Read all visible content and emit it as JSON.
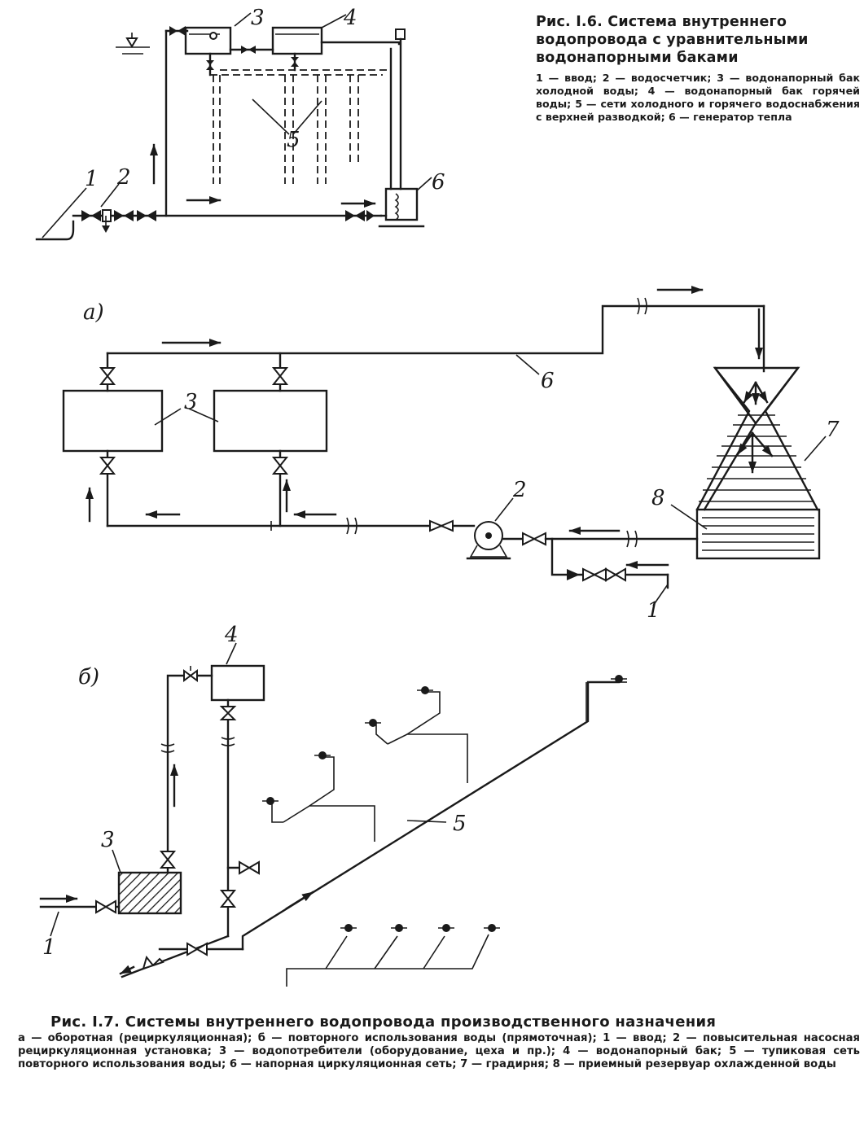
{
  "fig16": {
    "title": "Рис. I.6. Система внутреннего водопровода с уравнительными водонапорными баками",
    "legend": [
      "1 — ввод;",
      "2 — водосчетчик;",
      "3 — водонапорный бак холодной воды;",
      "4 — водонапорный бак горячей воды;",
      "5 — сети холодного и горячего водоснабжения с верхней разводкой;",
      "6 — генератор тепла"
    ],
    "labels": {
      "n1": "1",
      "n2": "2",
      "n3": "3",
      "n4": "4",
      "n5": "5",
      "n6": "6"
    }
  },
  "fig17": {
    "title": "Рис. I.7. Системы внутреннего водопровода производственного назначения",
    "legend": [
      "а — оборотная (рециркуляционная);",
      "б — повторного использования воды (прямоточная);",
      "1 — ввод;",
      "2 — повысительная насосная рециркуляционная установка;",
      "3 — водопотребители (оборудование, цеха и пр.);",
      "4 — водонапорный бак;",
      "5 — тупиковая сеть повторного использования воды;",
      "6 — напорная циркуляционная сеть;",
      "7 — градирня;",
      "8 — приемный резервуар охлажденной воды"
    ],
    "a": {
      "panel_label": "а)",
      "labels": {
        "n1": "1",
        "n2": "2",
        "n3": "3",
        "n6": "6",
        "n7": "7",
        "n8": "8"
      }
    },
    "b": {
      "panel_label": "б)",
      "labels": {
        "n1": "1",
        "n3": "3",
        "n4": "4",
        "n5": "5"
      }
    }
  }
}
